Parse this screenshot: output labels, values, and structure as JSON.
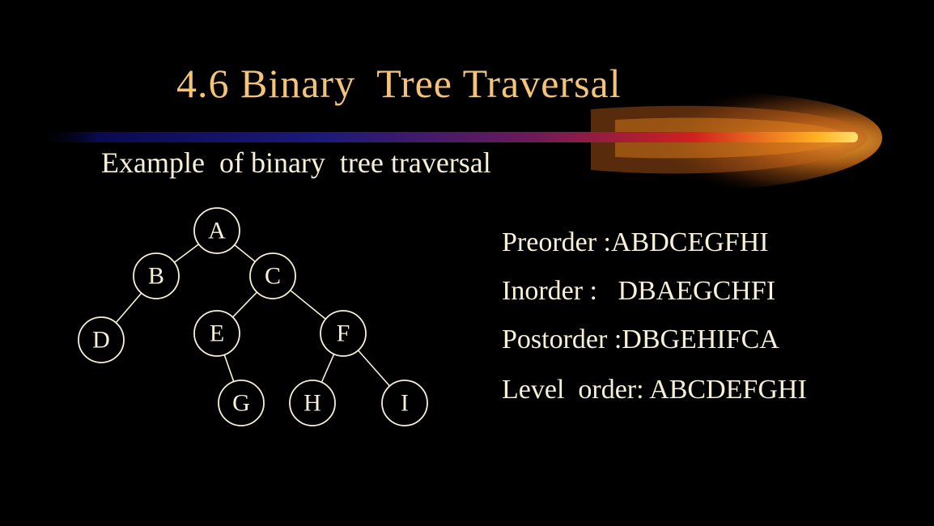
{
  "slide": {
    "title": "4.6 Binary  Tree Traversal",
    "subtitle": "Example  of binary  tree traversal"
  },
  "tree": {
    "nodes": [
      {
        "id": "A",
        "label": "A"
      },
      {
        "id": "B",
        "label": "B"
      },
      {
        "id": "C",
        "label": "C"
      },
      {
        "id": "D",
        "label": "D"
      },
      {
        "id": "E",
        "label": "E"
      },
      {
        "id": "F",
        "label": "F"
      },
      {
        "id": "G",
        "label": "G"
      },
      {
        "id": "H",
        "label": "H"
      },
      {
        "id": "I",
        "label": "I"
      }
    ],
    "edges": [
      {
        "from": "A",
        "to": "B"
      },
      {
        "from": "A",
        "to": "C"
      },
      {
        "from": "B",
        "to": "D"
      },
      {
        "from": "C",
        "to": "E"
      },
      {
        "from": "C",
        "to": "F"
      },
      {
        "from": "E",
        "to": "G"
      },
      {
        "from": "F",
        "to": "H"
      },
      {
        "from": "F",
        "to": "I"
      }
    ]
  },
  "traversals": {
    "preorder": "Preorder :ABDCEGFHI",
    "inorder": "Inorder :   DBAEGCHFI",
    "postorder": "Postorder :DBGEHIFCA",
    "levelorder": "Level  order: ABCDEFGHI"
  },
  "colors": {
    "background": "#000000",
    "title": "#f3c37a",
    "text": "#f8f0d8",
    "comet_head": "#ff9a1a",
    "comet_tail": "#101060"
  }
}
